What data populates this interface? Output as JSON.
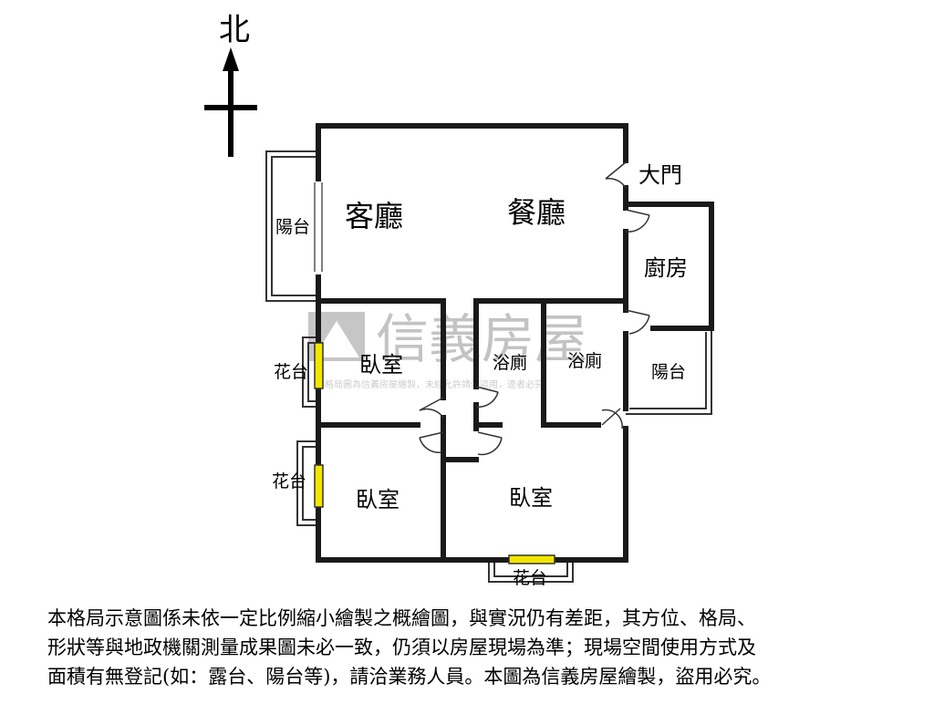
{
  "compass": {
    "north_label": "北"
  },
  "rooms": {
    "living_room": "客廳",
    "dining_room": "餐廳",
    "main_door": "大門",
    "kitchen": "廚房",
    "balcony_west": "陽台",
    "balcony_east": "陽台",
    "bedroom_1": "臥室",
    "bedroom_2": "臥室",
    "bedroom_3": "臥室",
    "bathroom_1": "浴廁",
    "bathroom_2": "浴廁",
    "planter_1": "花台",
    "planter_2": "花台",
    "planter_3": "花台"
  },
  "watermark": {
    "brand": "信義房屋",
    "notice": "本格局圖為信義房屋繪製，未經允許請勿盜用，違者必究"
  },
  "disclaimer": {
    "line1": "本格局示意圖係未依一定比例縮小繪製之概繪圖，與實況仍有差距，其方位、格局、",
    "line2": "形狀等與地政機關測量成果圖未必一致，仍須以房屋現場為準；現場空間使用方式及",
    "line3": "面積有無登記(如：露台、陽台等)，請洽業務人員。本圖為信義房屋繪製，盜用必究。"
  },
  "colors": {
    "wall": "#1a1a1a",
    "window": "#f2e600",
    "watermark": "#b9b9b9"
  }
}
